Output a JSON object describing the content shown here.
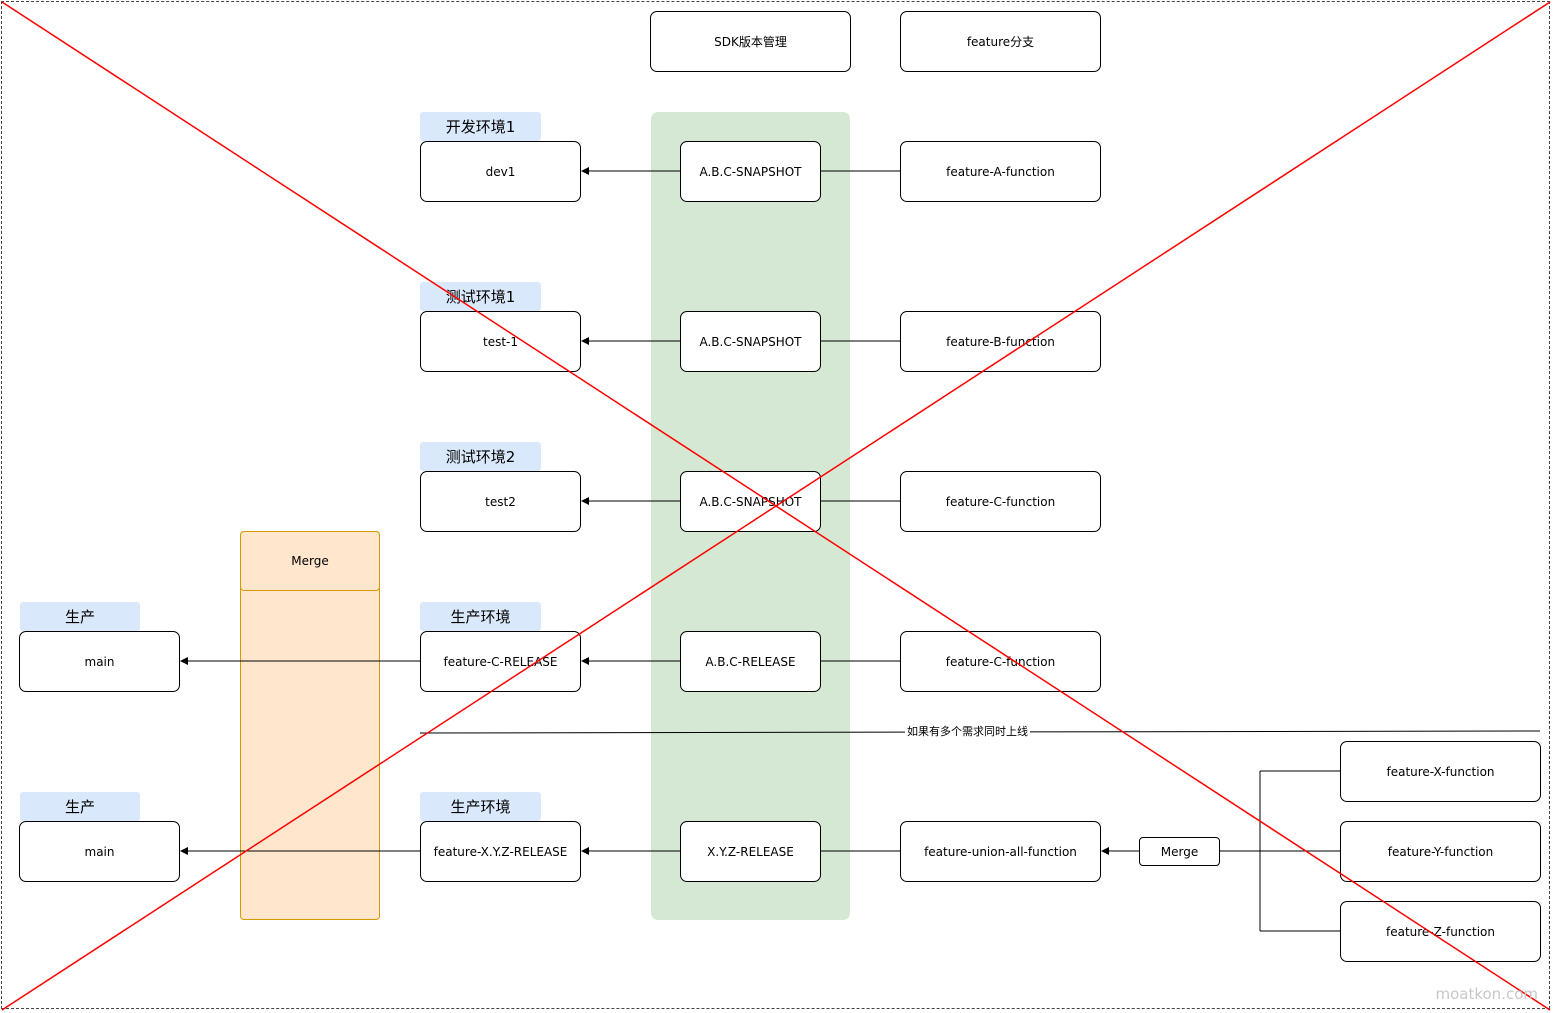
{
  "headers": {
    "sdk": "SDK版本管理",
    "feature": "feature分支"
  },
  "rows": [
    {
      "env_tag": "开发环境1",
      "env": "dev1",
      "sdk": "A.B.C-SNAPSHOT",
      "feature": "feature-A-function"
    },
    {
      "env_tag": "测试环境1",
      "env": "test-1",
      "sdk": "A.B.C-SNAPSHOT",
      "feature": "feature-B-function"
    },
    {
      "env_tag": "测试环境2",
      "env": "test2",
      "sdk": "A.B.C-SNAPSHOT",
      "feature": "feature-C-function"
    },
    {
      "env_tag": "生产环境",
      "env": "feature-C-RELEASE",
      "sdk": "A.B.C-RELEASE",
      "feature": "feature-C-function",
      "prod_tag": "生产",
      "prod": "main"
    },
    {
      "env_tag": "生产环境",
      "env": "feature-X.Y.Z-RELEASE",
      "sdk": "X.Y.Z-RELEASE",
      "feature": "feature-union-all-function",
      "prod_tag": "生产",
      "prod": "main"
    }
  ],
  "merge_lane_label": "Merge",
  "divider_note": "如果有多个需求同时上线",
  "small_merge_label": "Merge",
  "multi_features": [
    "feature-X-function",
    "feature-Y-function",
    "feature-Z-function"
  ],
  "watermark": "moatkon.com",
  "colors": {
    "sdk_lane": "#d5e8d4",
    "merge_lane": "#ffe6cc",
    "merge_lane_border": "#d79b00",
    "tag_bg": "#dae8fc",
    "cross_lines": "#ff0000"
  }
}
